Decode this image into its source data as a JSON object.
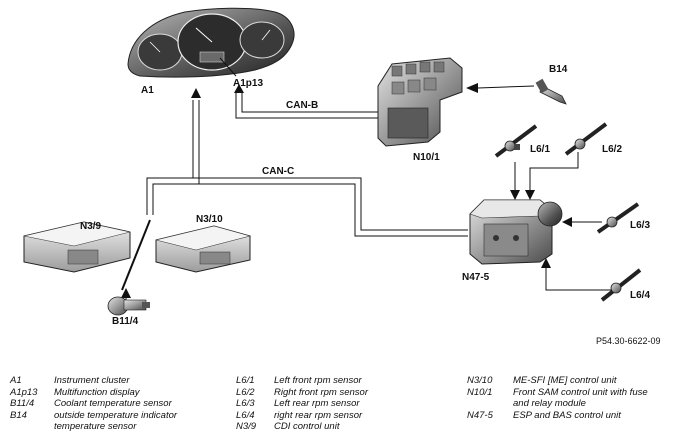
{
  "components": {
    "a1": "A1",
    "a1p13": "A1p13",
    "n10_1": "N10/1",
    "b14": "B14",
    "l6_1": "L6/1",
    "l6_2": "L6/2",
    "l6_3": "L6/3",
    "l6_4": "L6/4",
    "n3_9": "N3/9",
    "n3_10": "N3/10",
    "n47_5": "N47-5",
    "b11_4": "B11/4"
  },
  "buses": {
    "can_b": "CAN-B",
    "can_c": "CAN-C"
  },
  "reference_code": "P54.30-6622-09",
  "legend": {
    "col1": [
      {
        "code": "A1",
        "desc": "Instrument cluster"
      },
      {
        "code": "A1p13",
        "desc": "Multifunction display"
      },
      {
        "code": "B11/4",
        "desc": "Coolant temperature sensor"
      },
      {
        "code": "B14",
        "desc": "outside temperature indicator temperature sensor"
      }
    ],
    "col2": [
      {
        "code": "L6/1",
        "desc": "Left front rpm sensor"
      },
      {
        "code": "L6/2",
        "desc": "Right front rpm sensor"
      },
      {
        "code": "L6/3",
        "desc": "Left rear rpm sensor"
      },
      {
        "code": "L6/4",
        "desc": "right rear rpm sensor"
      },
      {
        "code": "N3/9",
        "desc": "CDI control unit"
      }
    ],
    "col3": [
      {
        "code": "N3/10",
        "desc": "ME-SFI [ME] control unit"
      },
      {
        "code": "N10/1",
        "desc": "Front SAM control unit with fuse and relay module"
      },
      {
        "code": "N47-5",
        "desc": "ESP and BAS control unit"
      }
    ]
  }
}
